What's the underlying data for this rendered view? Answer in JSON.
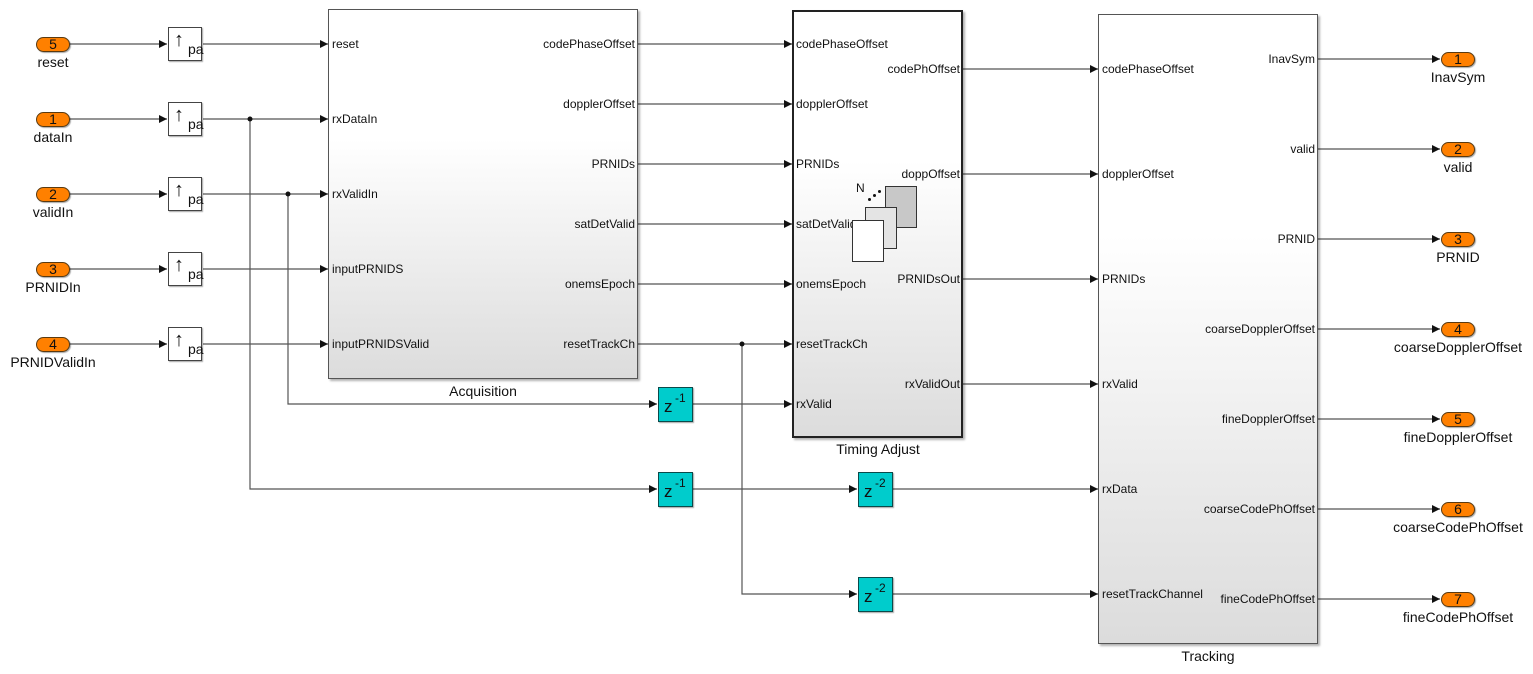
{
  "inports": [
    {
      "number": "5",
      "label": "reset"
    },
    {
      "number": "1",
      "label": "dataIn"
    },
    {
      "number": "2",
      "label": "validIn"
    },
    {
      "number": "3",
      "label": "PRNIDIn"
    },
    {
      "number": "4",
      "label": "PRNIDValidIn"
    }
  ],
  "pa_blocks": {
    "arrow": "↑",
    "text": "pa"
  },
  "acquisition": {
    "title": "Acquisition",
    "inputs": [
      "reset",
      "rxDataIn",
      "rxValidIn",
      "inputPRNIDS",
      "inputPRNIDSValid"
    ],
    "outputs": [
      "codePhaseOffset",
      "dopplerOffset",
      "PRNIDs",
      "satDetValid",
      "onemsEpoch",
      "resetTrackCh"
    ]
  },
  "timing_adjust": {
    "title": "Timing Adjust",
    "inputs": [
      "codePhaseOffset",
      "dopplerOffset",
      "PRNIDs",
      "satDetValid",
      "onemsEpoch",
      "resetTrackCh",
      "rxValid"
    ],
    "outputs": [
      "codePhOffset",
      "doppOffset",
      "PRNIDsOut",
      "rxValidOut"
    ],
    "icon_label": "N"
  },
  "tracking": {
    "title": "Tracking",
    "inputs": [
      "codePhaseOffset",
      "dopplerOffset",
      "PRNIDs",
      "rxValid",
      "rxData",
      "resetTrackChannel"
    ],
    "outputs": [
      "InavSym",
      "valid",
      "PRNID",
      "coarseDopplerOffset",
      "fineDopplerOffset",
      "coarseCodePhOffset",
      "fineCodePhOffset"
    ]
  },
  "delays": [
    {
      "base": "z",
      "exp": "-1"
    },
    {
      "base": "z",
      "exp": "-1"
    },
    {
      "base": "z",
      "exp": "-2"
    },
    {
      "base": "z",
      "exp": "-2"
    }
  ],
  "outports": [
    {
      "number": "1",
      "label": "InavSym"
    },
    {
      "number": "2",
      "label": "valid"
    },
    {
      "number": "3",
      "label": "PRNID"
    },
    {
      "number": "4",
      "label": "coarseDopplerOffset"
    },
    {
      "number": "5",
      "label": "fineDopplerOffset"
    },
    {
      "number": "6",
      "label": "coarseCodePhOffset"
    },
    {
      "number": "7",
      "label": "fineCodePhOffset"
    }
  ],
  "colors": {
    "port": "#ff8000",
    "delay": "#00cccc",
    "wire": "#555555"
  }
}
